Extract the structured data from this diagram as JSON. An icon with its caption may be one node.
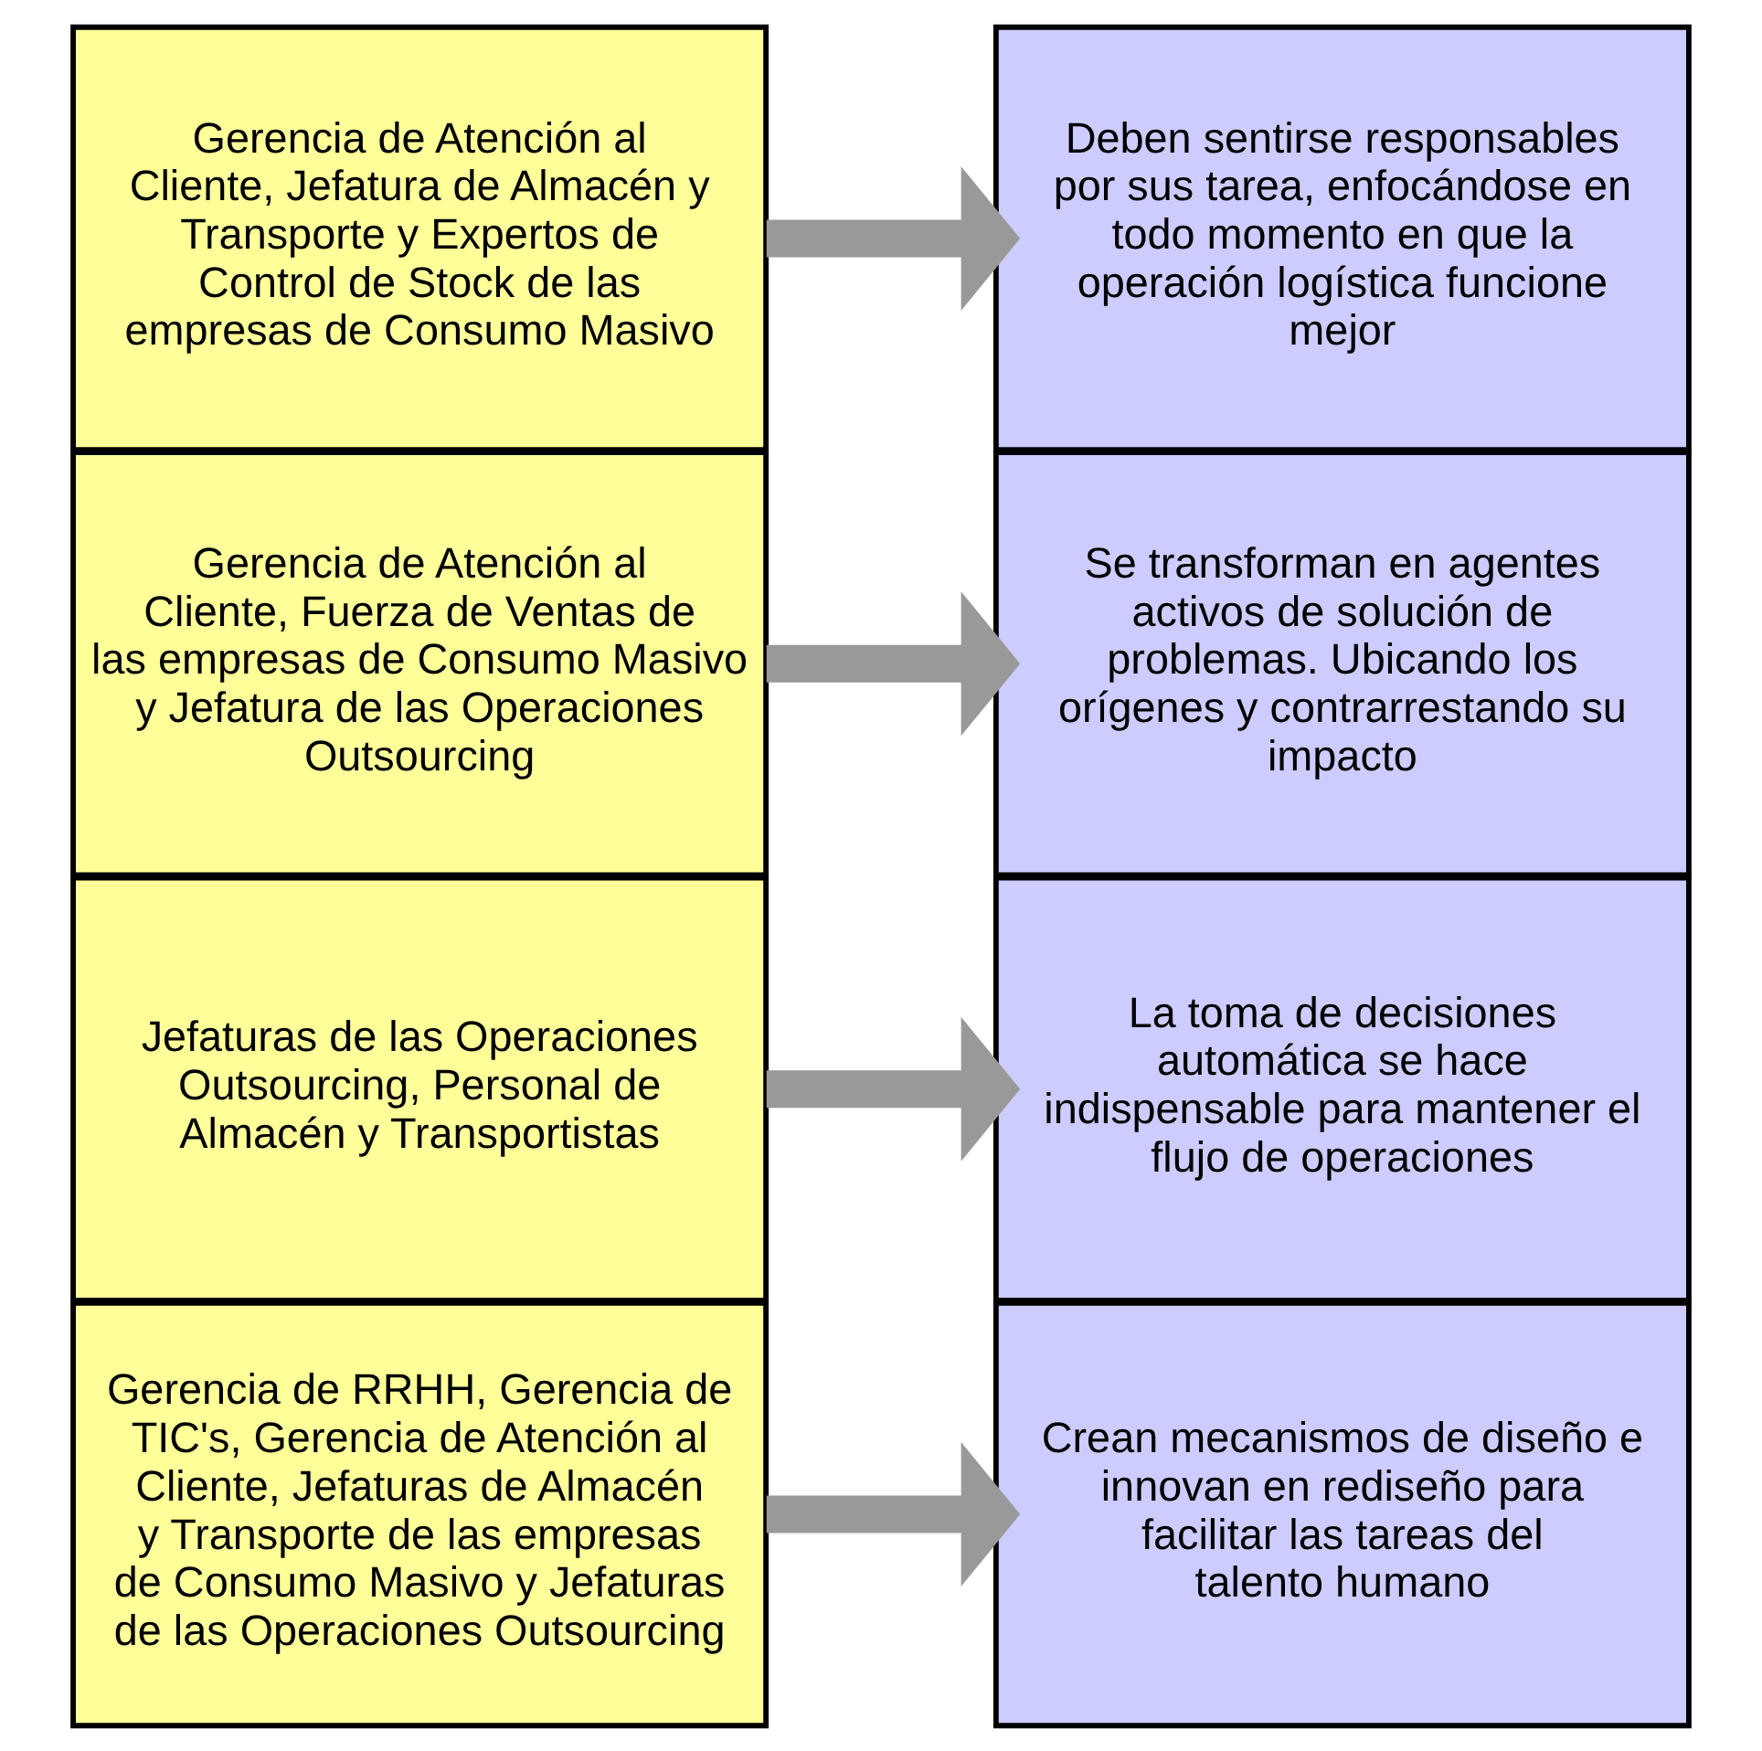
{
  "diagram": {
    "nodes": [
      {
        "text": [
          "Gerencia de Atención al Cliente, Jefatura de Almacén y Transporte y Expertos de Control de Stock de las empresas de Consumo Masivo"
        ]
      },
      {
        "text": [
          "Deben sentirse responsables por sus tarea, enfocándose en todo momento en que la operación logística funcione mejor"
        ]
      },
      {
        "text": [
          "Gerencia de Atención al Cliente, Fuerza de Ventas de las empresas de Consumo Masivo y Jefatura de las Operaciones Outsourcing"
        ]
      },
      {
        "text": [
          "Se transforman en agentes activos de solución de problemas. Ubicando los orígenes y contrarrestando su impacto"
        ]
      },
      {
        "text": [
          "Jefaturas de las Operaciones Outsourcing, Personal de Almacén y Transportistas"
        ]
      },
      {
        "text": [
          "La toma de decisiones automática se hace indispensable para mantener el flujo de operaciones"
        ]
      },
      {
        "text": [
          "Gerencia de RRHH, Gerencia de TIC's, Gerencia de Atención al Cliente, Jefaturas de Almacén y Transporte de las empresas de Consumo Masivo y Jefaturas de las Operaciones Outsourcing"
        ]
      },
      {
        "text": [
          "Crean mecanismos de diseño e innovan en rediseño para facilitar las tareas del talento humano"
        ]
      }
    ],
    "edges": [
      {
        "from": 0,
        "to": 1,
        "arrow": "to"
      },
      {
        "from": 2,
        "to": 3,
        "arrow": "to"
      },
      {
        "from": 4,
        "to": 5,
        "arrow": "to"
      },
      {
        "from": 6,
        "to": 7,
        "arrow": "to"
      }
    ]
  }
}
